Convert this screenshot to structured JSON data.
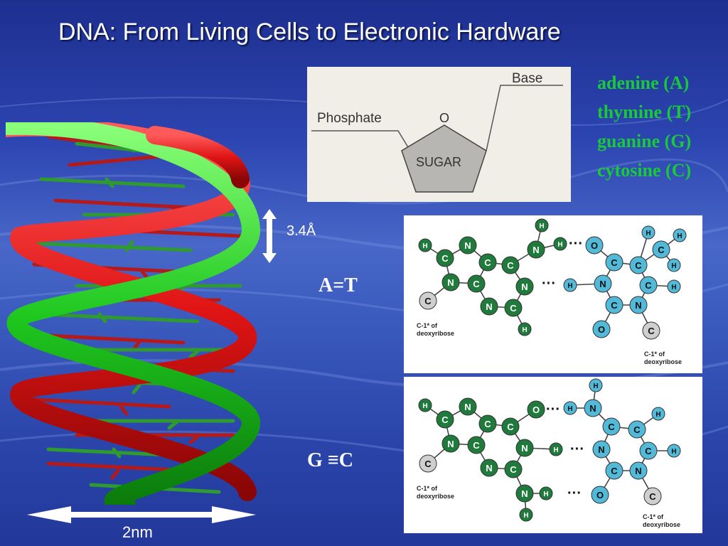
{
  "title": "DNA: From Living Cells to Electronic Hardware",
  "sugar_diagram": {
    "phosphate_label": "Phosphate",
    "oxygen_label": "O",
    "base_label": "Base",
    "sugar_label": "SUGAR"
  },
  "bases_legend": [
    "adenine (A)",
    "thymine (T)",
    "guanine (G)",
    "cytosine (C)"
  ],
  "helix": {
    "rise_label": "3.4Å",
    "width_label": "2nm",
    "strand_colors": [
      "#e01414",
      "#1fc81f"
    ]
  },
  "pair_labels": {
    "at": "A=T",
    "gc": "G ≡C"
  },
  "pair_diagrams": {
    "attachment_line1": "C-1* of",
    "attachment_line2": "deoxyribose",
    "dots": "···",
    "atoms": {
      "H": "H",
      "N": "N",
      "C": "C",
      "O": "O"
    },
    "colors": {
      "purine_atom": "#1f7a3c",
      "pyrimidine_atom": "#52b9d8",
      "c1_atom": "#cfcfcf"
    }
  },
  "colors": {
    "legend_text": "#19c93a",
    "background": "#2c44b0"
  }
}
